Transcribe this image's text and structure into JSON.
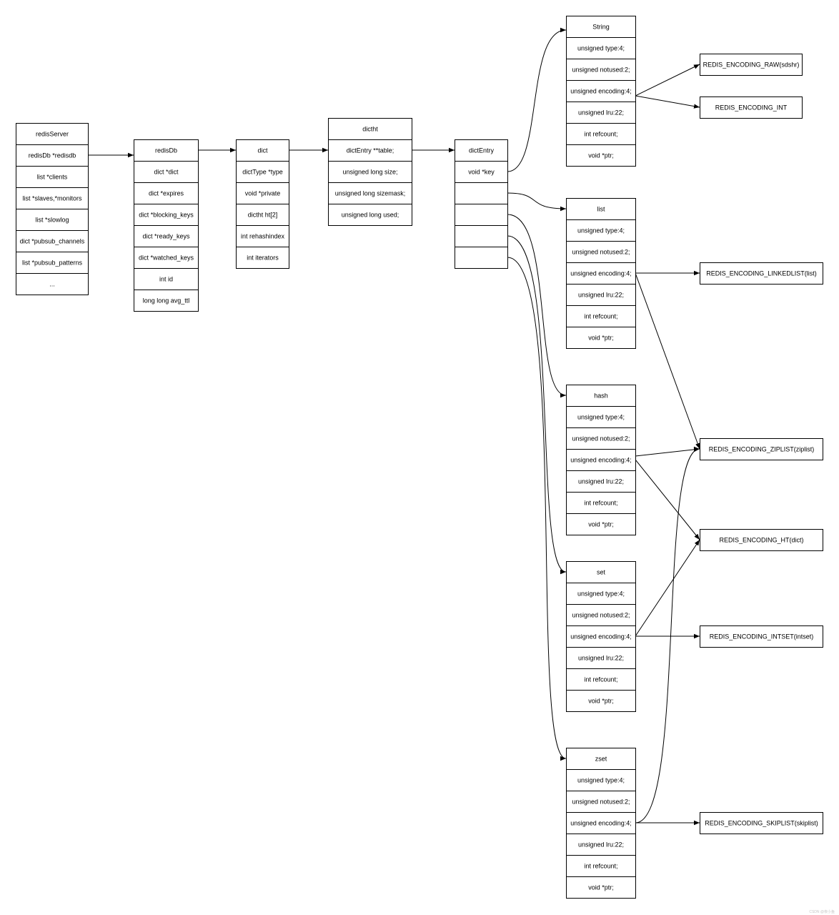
{
  "boxes": [
    {
      "id": "redisServer",
      "rows": [
        "redisServer",
        "redisDb *redisdb",
        "list *clients",
        "list *slaves,*monitors",
        "list *slowlog",
        "dict *pubsub_channels",
        "list *pubsub_patterns",
        "..."
      ]
    },
    {
      "id": "redisDb",
      "rows": [
        "redisDb",
        "dict *dict",
        "dict *expires",
        "dict *blocking_keys",
        "dict *ready_keys",
        "dict *watched_keys",
        "int id",
        "long long avg_ttl"
      ]
    },
    {
      "id": "dict",
      "rows": [
        "dict",
        "dictType *type",
        "void *private",
        "dictht ht[2]",
        "int rehashindex",
        "int iterators"
      ]
    },
    {
      "id": "dictht",
      "rows": [
        "dictht",
        "dictEntry **table;",
        "unsigned long size;",
        "unsigned long sizemask;",
        "unsigned long used;"
      ]
    },
    {
      "id": "dictEntry",
      "rows": [
        "dictEntry",
        "void *key",
        "",
        "",
        "",
        ""
      ]
    },
    {
      "id": "string",
      "rows": [
        "String",
        "unsigned type:4;",
        "unsigned notused:2;",
        "unsigned encoding:4;",
        "unsigned lru:22;",
        "int refcount;",
        "void *ptr;"
      ]
    },
    {
      "id": "list",
      "rows": [
        "list",
        "unsigned type:4;",
        "unsigned notused:2;",
        "unsigned encoding:4;",
        "unsigned lru:22;",
        "int refcount;",
        "void *ptr;"
      ]
    },
    {
      "id": "hash",
      "rows": [
        "hash",
        "unsigned type:4;",
        "unsigned notused:2;",
        "unsigned encoding:4;",
        "unsigned lru:22;",
        "int refcount;",
        "void *ptr;"
      ]
    },
    {
      "id": "set",
      "rows": [
        "set",
        "unsigned type:4;",
        "unsigned notused:2;",
        "unsigned encoding:4;",
        "unsigned lru:22;",
        "int refcount;",
        "void *ptr;"
      ]
    },
    {
      "id": "zset",
      "rows": [
        "zset",
        "unsigned type:4;",
        "unsigned notused:2;",
        "unsigned encoding:4;",
        "unsigned lru:22;",
        "int refcount;",
        "void *ptr;"
      ]
    }
  ],
  "encodings": [
    {
      "id": "raw",
      "label": "REDIS_ENCODING_RAW(sdshr)"
    },
    {
      "id": "int",
      "label": "REDIS_ENCODING_INT"
    },
    {
      "id": "linkedlist",
      "label": "REDIS_ENCODING_LINKEDLIST(list)"
    },
    {
      "id": "ziplist",
      "label": "REDIS_ENCODING_ZIPLIST(ziplist)"
    },
    {
      "id": "ht",
      "label": "REDIS_ENCODING_HT(dict)"
    },
    {
      "id": "intset",
      "label": "REDIS_ENCODING_INTSET(intset)"
    },
    {
      "id": "skiplist",
      "label": "REDIS_ENCODING_SKIPLIST(skiplist)"
    }
  ],
  "watermark": "CSDN @夜小鱼"
}
